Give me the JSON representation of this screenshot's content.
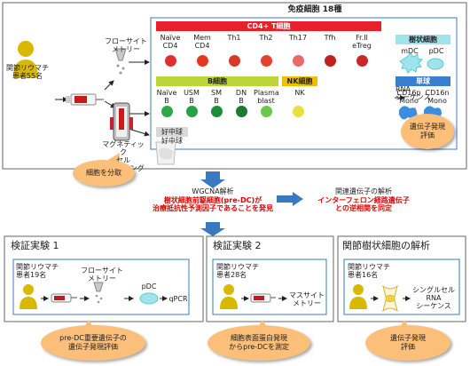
{
  "top": {
    "title": "免疫細胞 18種",
    "patient_label": "関節リウマチ\n患者55名",
    "flow_label": "フローサイト\nメトリー",
    "magnetic_label": "マグネティック\nセル\nソーティング",
    "neutrophil_header": "好中球",
    "neutrophil_label": "好中球",
    "rna_label": "RNA\nシーケンス",
    "callout_rna": "遺伝子発現\n評価",
    "callout_sort": "細胞を分取",
    "cd4": {
      "header": "CD4+ T細胞",
      "cells": [
        {
          "label": "Naïve\nCD4",
          "color": "#e03030"
        },
        {
          "label": "Mem\nCD4",
          "color": "#e03a1e"
        },
        {
          "label": "Th1",
          "color": "#d43a24"
        },
        {
          "label": "Th2",
          "color": "#e0442e"
        },
        {
          "label": "Th17",
          "color": "#ea6a6a"
        },
        {
          "label": "Tfh",
          "color": "#c02020"
        },
        {
          "label": "Fr.II\neTreg",
          "color": "#c82828"
        }
      ]
    },
    "dc": {
      "header": "樹状細胞",
      "cells": [
        {
          "label": "mDC",
          "color": "#9fe4ec"
        },
        {
          "label": "pDC",
          "color": "#9fe4ec"
        }
      ]
    },
    "b": {
      "header": "B細胞",
      "cells": [
        {
          "label": "Naïve\nB",
          "color": "#2ea84a"
        },
        {
          "label": "USM\nB",
          "color": "#28a048"
        },
        {
          "label": "SM\nB",
          "color": "#1f8c3a"
        },
        {
          "label": "DN\nB",
          "color": "#1a7a32"
        },
        {
          "label": "Plasma\nblast",
          "color": "#6ac84a"
        }
      ]
    },
    "nk": {
      "header": "NK細胞",
      "cells": [
        {
          "label": "NK",
          "color": "#e8e040"
        }
      ]
    },
    "mono": {
      "header": "単球",
      "cells": [
        {
          "label": "CD16p\nMono",
          "color": "#3a8ee0"
        },
        {
          "label": "CD16n\nMono",
          "color": "#3a8ee0"
        }
      ]
    }
  },
  "middle": {
    "left_title": "WGCNA解析",
    "left_finding": "樹状細胞前駆細胞(pre-DC)が\n治療抵抗性予測因子であることを発見",
    "right_title": "関連遺伝子の解析",
    "right_finding": "インターフェロン経路遺伝子\nとの逆相関を同定"
  },
  "panels": [
    {
      "title": "検証実験 1",
      "patient": "関節リウマチ\n患者19名",
      "flow": "フローサイト\nメトリー",
      "cell": "pDC",
      "method": "qPCR",
      "callout": "pre-DC重要遺伝子の\n遺伝子発現評価"
    },
    {
      "title": "検証実験 2",
      "patient": "関節リウマチ\n患者28名",
      "method": "マスサイト\nメトリー",
      "callout": "細胞表面蛋白発現\nからpre-DCを測定"
    },
    {
      "title": "関節樹状細胞の解析",
      "patient": "関節リウマチ\n患者16名",
      "method": "シングルセル\nRNA\nシーケンス",
      "callout": "遺伝子発現\n評価"
    }
  ],
  "colors": {
    "cd4_header": "#e8202c",
    "b_header": "#bcd63a",
    "nk_header": "#f0c000",
    "dc_header": "#9fe4ec",
    "mono_header": "#3a7ecf",
    "arrow_blue": "#3a78c0",
    "callout": "#fbbf7a",
    "person": "#d9b800"
  }
}
